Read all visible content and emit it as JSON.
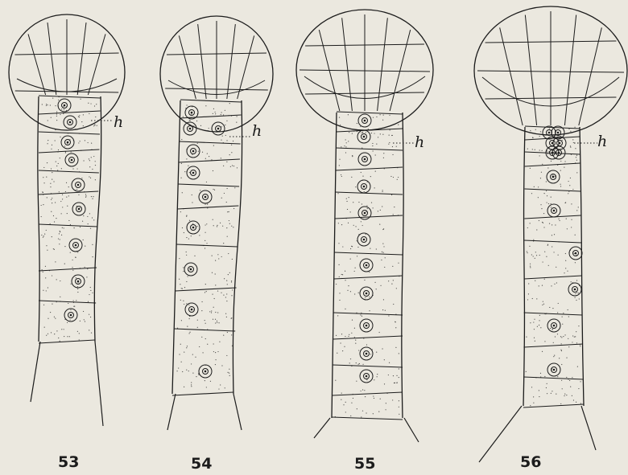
{
  "plate": {
    "figures": [
      {
        "number": "53",
        "label": "h"
      },
      {
        "number": "54",
        "label": "h"
      },
      {
        "number": "55",
        "label": "h"
      },
      {
        "number": "56",
        "label": "h"
      }
    ],
    "colors": {
      "ink": "#1c1c1c",
      "paper": "#ebe8df"
    }
  }
}
